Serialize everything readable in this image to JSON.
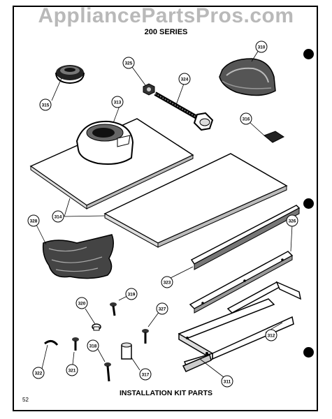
{
  "watermark": "AppliancePartsPros.com",
  "series_title": "200 SERIES",
  "caption": "INSTALLATION KIT PARTS",
  "page_number": "52",
  "callouts": {
    "c315": "315",
    "c325": "325",
    "c324": "324",
    "c310": "310",
    "c313": "313",
    "c316": "316",
    "c314": "314",
    "c328": "328",
    "c326": "326",
    "c323": "323",
    "c319": "319",
    "c320": "320",
    "c327": "327",
    "c312": "312",
    "c322": "322",
    "c321": "321",
    "c318": "318",
    "c317": "317",
    "c311": "311"
  }
}
